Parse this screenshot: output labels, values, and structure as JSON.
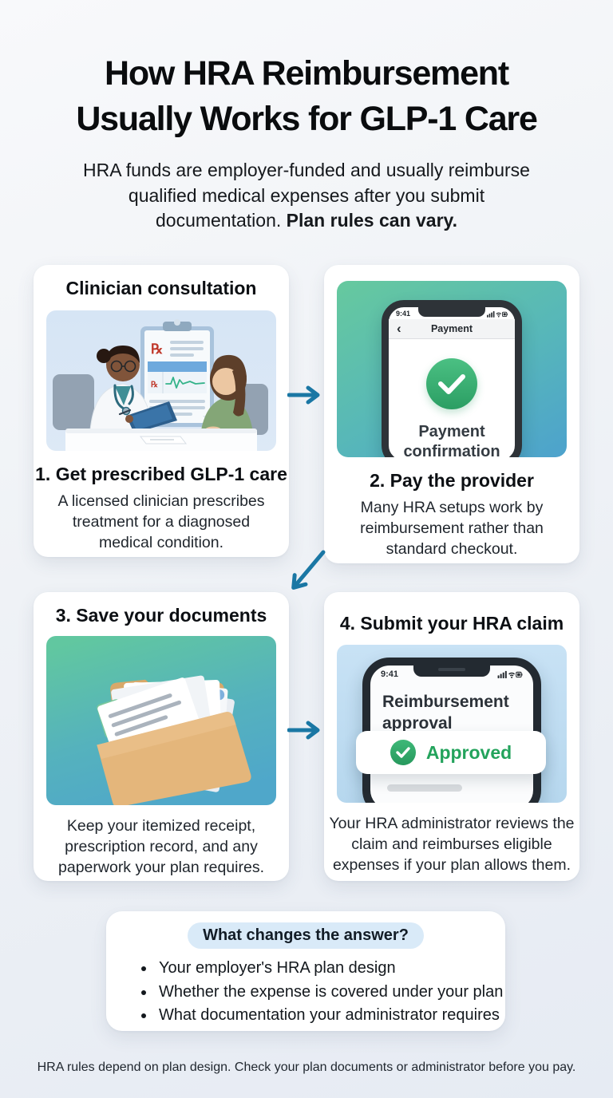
{
  "page": {
    "title_lines": [
      "How HRA Reimbursement",
      "Usually Works for GLP-1 Care"
    ],
    "subtitle": "HRA funds are employer-funded and usually reimburse qualified medical expenses after you submit documentation. ",
    "subtitle_bold": "Plan rules can vary.",
    "footer": "HRA rules depend on plan design. Check your plan documents or administrator before you pay."
  },
  "colors": {
    "arrow": "#1a77a4",
    "accent_green": "#23a35c",
    "teal_gradient_top": "#66c99e",
    "teal_gradient_bottom": "#4da2cd",
    "step4_image_bg": "#bcdcf2",
    "callout_pill_bg": "#d9eaf8",
    "card_bg": "#ffffff"
  },
  "icons": {
    "back_chevron": "‹"
  },
  "steps": {
    "step1": {
      "heading": "Clinician consultation",
      "title": "1. Get prescribed GLP-1 care",
      "description": "A licensed clinician prescribes treatment for a diagnosed medical condition."
    },
    "step2": {
      "phone": {
        "time": "9:41",
        "nav_title": "Payment",
        "message": "Payment confirmation"
      },
      "title": "2. Pay the provider",
      "description": "Many HRA setups work by reimbursement rather than standard checkout."
    },
    "step3": {
      "title": "3. Save your documents",
      "description": "Keep your itemized receipt, prescription record, and any paperwork your plan requires."
    },
    "step4": {
      "title": "4. Submit your HRA claim",
      "phone": {
        "time": "9:41",
        "screen_title": "Reimbursement approval",
        "badge": "Approved"
      },
      "description": "Your HRA administrator reviews the claim and reimburses eligible expenses if your plan allows them."
    }
  },
  "callout": {
    "pill": "What changes the answer?",
    "bullets": [
      "Your employer's HRA plan design",
      "Whether the expense is covered under your plan",
      "What documentation your administrator requires"
    ]
  }
}
